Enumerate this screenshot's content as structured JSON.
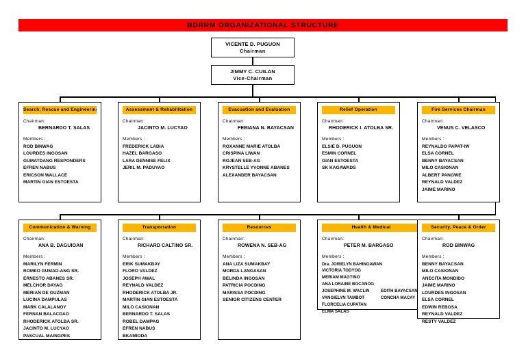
{
  "banner": {
    "title": "BDRRM ORGANIZATIONAL STRUCTURE",
    "color": "#FF0000"
  },
  "theme": {
    "title_bar_color": "#FFB400",
    "banner_color": "#FF0000",
    "border_color": "#000000",
    "background": "#FFFFFF"
  },
  "labels": {
    "chairman_label": "Chairman:",
    "members_label": "Members :"
  },
  "leadership": [
    {
      "name": "VICENTE D. PUGUON",
      "title": "Chairman"
    },
    {
      "name": "JIMMY C. CUILAN",
      "title": "Vice-Chairman"
    }
  ],
  "committees_row1": [
    {
      "title": "Search, Rescue and Engineering",
      "chairman": "BERNARDO T. SALAS",
      "members": [
        "ROD BINWAG",
        "LOURDES INGOSAN",
        "GUMATDANG RESPONDERS",
        "EFREN NABUS",
        "ERICSON WALLACE",
        "MARTIN GIAN ESTOESTA"
      ]
    },
    {
      "title": "Assessment & Rehabilitation",
      "chairman": "JACINTO M. LUCYAO",
      "members": [
        "FREDERICK LADIA",
        "HAZEL BARGASO",
        "LARA DENNISE FELIX",
        "JERIL M. PADUYAO"
      ]
    },
    {
      "title": "Evacuation and Evaluation",
      "chairman": "FEBIANA N. BAYACSAN",
      "members": [
        "ROXANNE MARIE ATOLBA",
        "CRISPINA LIWAN",
        "ROJEAN SEB-AG",
        "KRYSTELLE YVONNE ABANES",
        "ALEXANDER BAYACSAN"
      ]
    },
    {
      "title": "Relief Operation",
      "chairman": "RHODERICK I. ATOLBA SR.",
      "members": [
        "ELSIE D. PUGUON",
        "ESMIN CORNEL",
        "GIAN ESTOESTA",
        "SK KAGAWADS"
      ]
    },
    {
      "title": "Fire Services Chairman",
      "chairman": "VENUS C. VELASCO",
      "members": [
        "REYNALDO PAPAT-IW",
        "ELSA CORNEL",
        "BENNY BAYACSAN",
        "MILO CASIONAN",
        "ALBERT PANGWE",
        "REYNALD VALDEZ",
        "JAIME MARINO"
      ]
    }
  ],
  "committees_row2": [
    {
      "title": "Communication & Warning",
      "chairman": "ANA B. DAGUIOAN",
      "members": [
        "MARILYN FERMIN",
        "ROMEO GUMAD-ANG SR.",
        "ERNESTO ABANES SR.",
        "MELCHOR DAYAG",
        "MERIAN DE GUZMAN",
        "LUCINA DAMPULAS",
        "MARK CALALANOY",
        "FERNAN BALACDAO",
        "RHODERICK ATOLBA SR.",
        "JACINTO M. LUCYAO",
        "PASCUAL MAINGPES"
      ]
    },
    {
      "title": "Transportation",
      "chairman": "RICHARD CALTINO SR.",
      "members": [
        "ERIK SUMAKBAY",
        "FLORO VALDEZ",
        "JOSEPH AWAL",
        "REYNALD VALDEZ",
        "RHODERICK ATOLBA JR.",
        "MARTIN GIAN ESTOESTA",
        "MILO CASIONAN",
        "BERNARDO T. SALAS",
        "ROBEL DAMPAG",
        "EFREN NABUS",
        "BKAMIODA"
      ]
    },
    {
      "title": "Resources",
      "chairman": "ROWENA N. SEB-AG",
      "members": [
        "ANA LIZA SUMAKBAY",
        "MORDA LANGASAN",
        "BELINDA INGOSAN",
        "PATRICIA POCDING",
        "MARISSA POCDING",
        "SENIOR CITIZENS CENTER"
      ]
    },
    {
      "title": "Health & Medical",
      "chairman": "PETER M. BARGASO",
      "member_rows": [
        {
          "col_a": "Dra. JORIELYN BAHINGAWAN",
          "col_b": ""
        },
        {
          "col_a": "VICTORIA TODYOG",
          "col_b": ""
        },
        {
          "col_a": "MERIAM MAGTINO",
          "col_b": ""
        },
        {
          "col_a": "ANA LORAINE BOCANOG",
          "col_b": ""
        },
        {
          "col_a": "JOSEPHINE M. WACLIN",
          "col_b": "EDITH BAYACSAN"
        },
        {
          "col_a": "VANGIELYN TAMBOT",
          "col_b": "CONCHA MACAY"
        },
        {
          "col_a": "FLORCELIA CUPATAN",
          "col_b": ""
        },
        {
          "col_a": "ELMA SALAS",
          "col_b": ""
        }
      ]
    },
    {
      "title": "Security, Peace & Order",
      "chairman": "ROD BINWAG",
      "members": [
        "BENNY BAYACSAN",
        "MILO CASIONAN",
        "ANECITA MONDIDO",
        "JAIME MARINO",
        "LOURDES INGOSAN",
        "ELSA CORNEL",
        "EDWIN REBOSA",
        "REYNALD VALDEZ",
        "RESTY VALDEZ"
      ]
    }
  ]
}
